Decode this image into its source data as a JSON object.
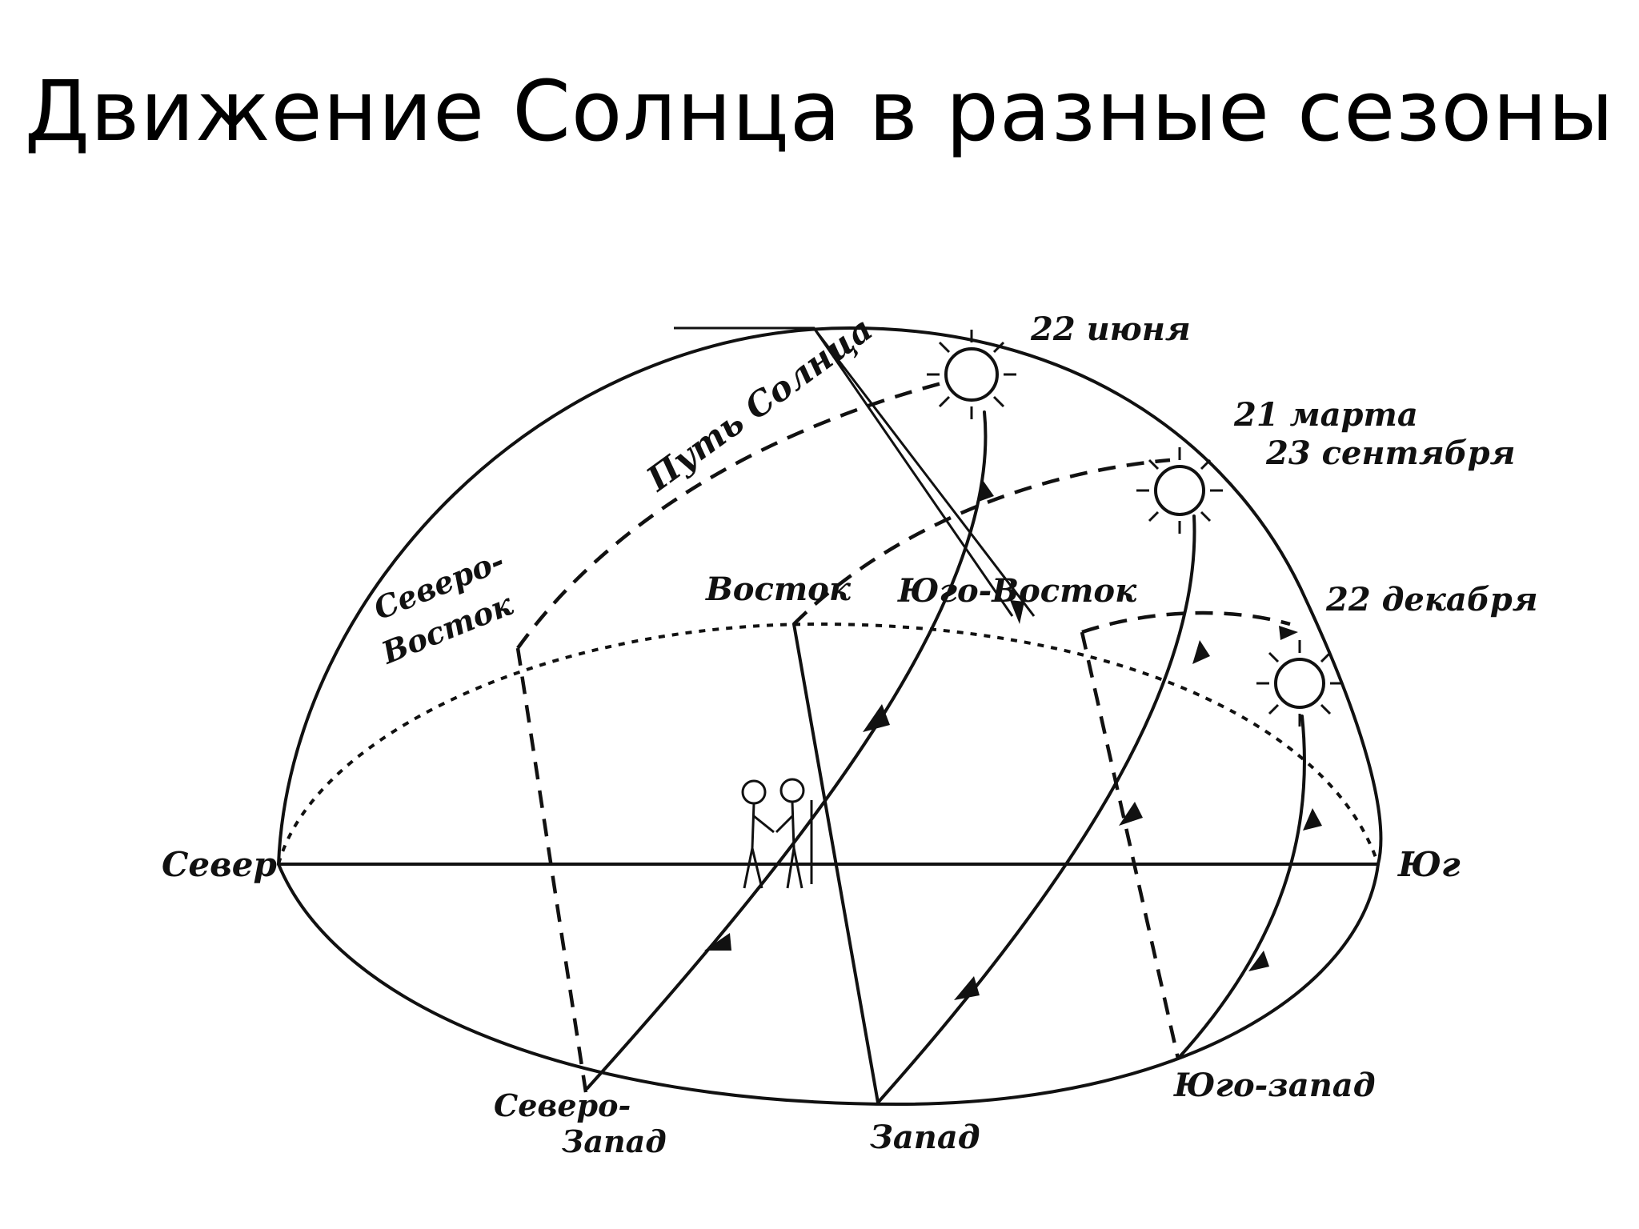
{
  "slide": {
    "title": "Движение Солнца в разные сезоны"
  },
  "diagram": {
    "labels": {
      "north": "Север",
      "south": "Юг",
      "east": "Восток",
      "west": "Запад",
      "northeast_line1": "Северо-",
      "northeast_line2": "Восток",
      "southeast": "Юго-Восток",
      "northwest_line1": "Северо-",
      "northwest_line2": "Запад",
      "southwest": "Юго-запад",
      "sun_path": "Путь Солнца",
      "june": "22 июня",
      "equinox_line1": "21 марта",
      "equinox_line2": "23 сентября",
      "december": "22 декабря"
    },
    "icons": {
      "sun": "sun-icon",
      "observers": "observers-icon"
    }
  }
}
